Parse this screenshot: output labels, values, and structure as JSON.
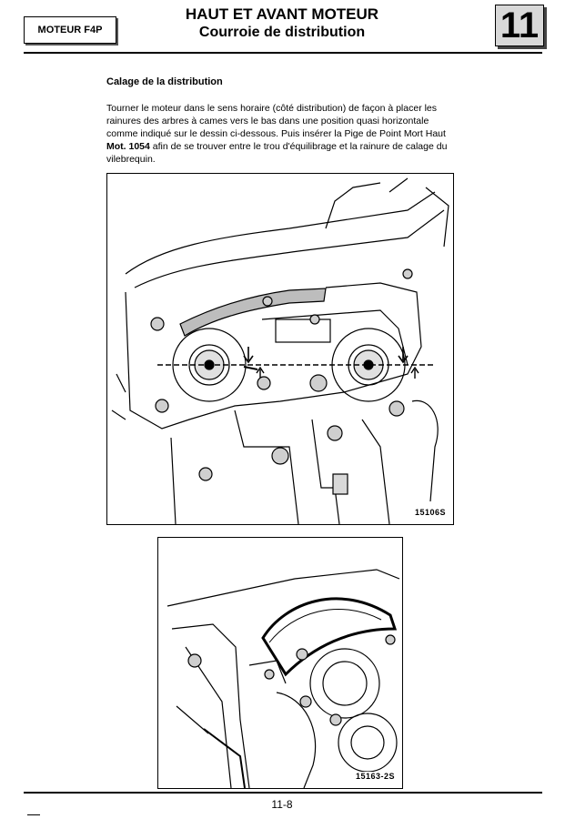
{
  "header": {
    "engine_code": "MOTEUR F4P",
    "title": "HAUT ET AVANT MOTEUR",
    "subtitle": "Courroie de distribution",
    "chapter": "11"
  },
  "section": {
    "heading": "Calage de la distribution",
    "paragraph_before": "Tourner le moteur dans le sens horaire (côté distribution) de façon à placer les rainures des arbres à cames vers le bas dans une position quasi horizontale comme indiqué sur le dessin ci-dessous. Puis insérer la Pige de Point Mort Haut ",
    "tool_ref": "Mot. 1054",
    "paragraph_after": " afin de se trouver entre le trou d'équilibrage et la rainure de calage du vilebrequin."
  },
  "figures": [
    {
      "ref": "15106S"
    },
    {
      "ref": "15163-2S"
    }
  ],
  "footer": {
    "page": "11-8"
  }
}
